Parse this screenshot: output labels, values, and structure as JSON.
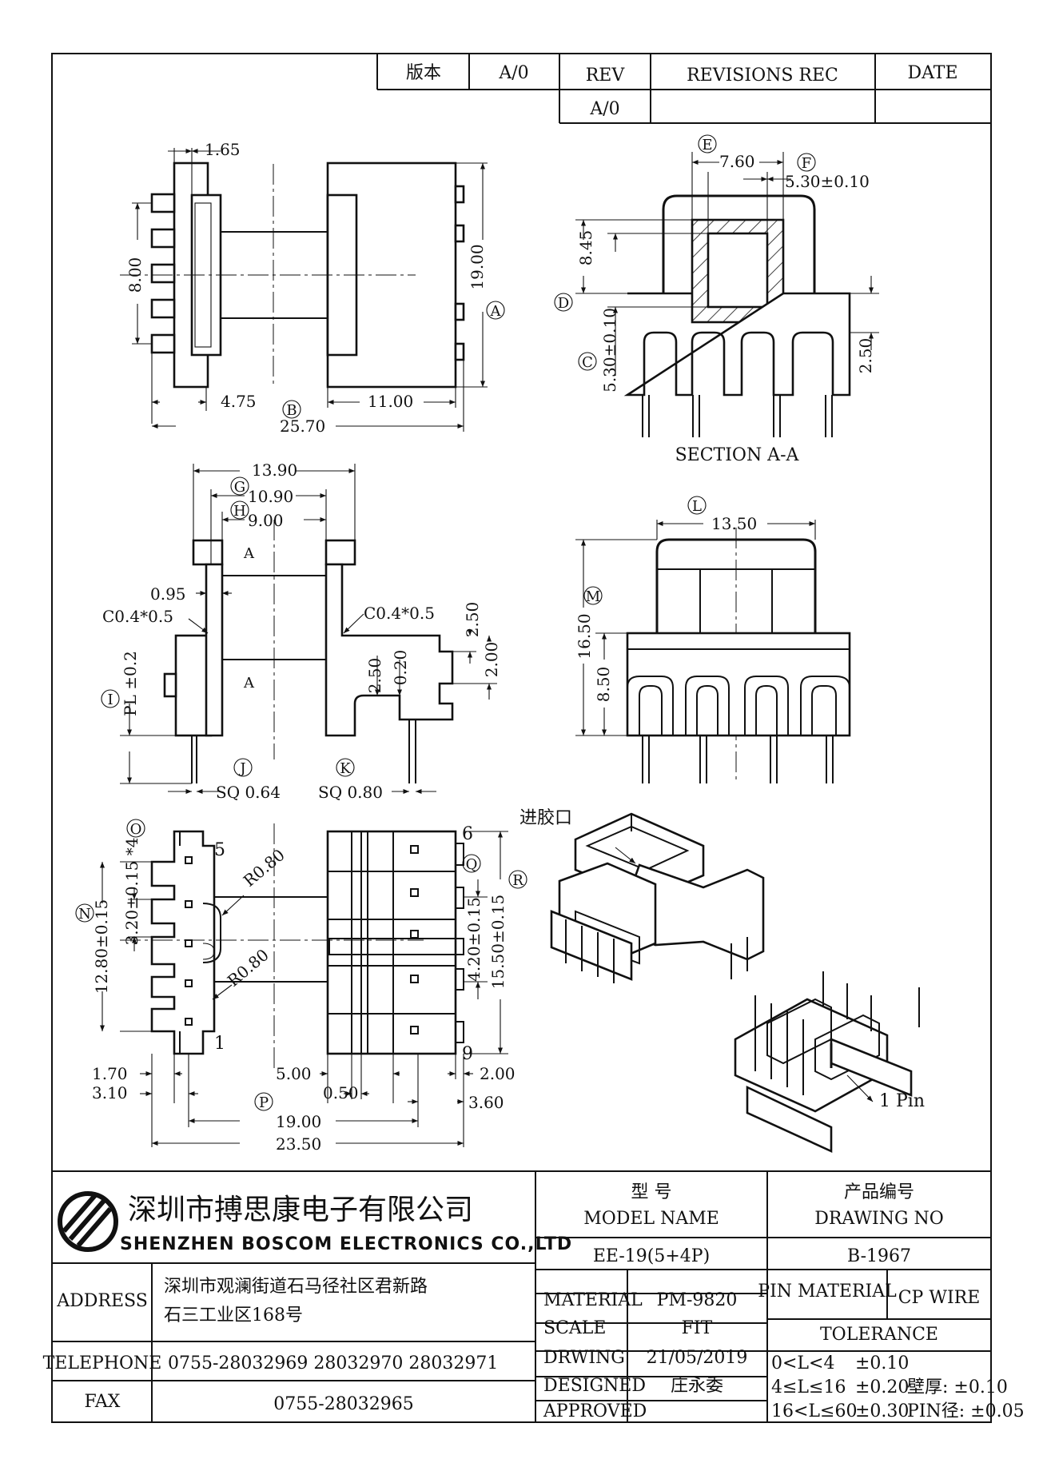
{
  "revision_table": {
    "version_label": "版本",
    "version_value": "A/0",
    "rev_label": "REV",
    "revisions_label": "REVISIONS REC",
    "date_label": "DATE",
    "rev_row_value": "A/0"
  },
  "top_left_view": {
    "dims": [
      "1.65",
      "8.00",
      "4.75",
      "25.70",
      "11.00",
      "19.00"
    ],
    "callouts": [
      "A",
      "B"
    ]
  },
  "section_view": {
    "dims": [
      "7.60",
      "5.30±0.10",
      "8.45",
      "5.30±0.10",
      "2.50"
    ],
    "callouts": [
      "E",
      "F",
      "D",
      "C"
    ],
    "caption": "SECTION A-A"
  },
  "middle_left_view": {
    "dims": [
      "13.90",
      "10.90",
      "9.00",
      "0.95",
      "C0.4*0.5",
      "C0.4*0.5",
      "2.50",
      "2.00",
      "2.50",
      "0.20",
      "PL ±0.2",
      "SQ 0.64",
      "SQ 0.80"
    ],
    "section_marks": [
      "A",
      "A"
    ],
    "callouts": [
      "G",
      "H",
      "I",
      "J",
      "K"
    ]
  },
  "middle_right_view": {
    "dims": [
      "13.50",
      "16.50",
      "8.50"
    ],
    "callouts": [
      "L",
      "M"
    ]
  },
  "bottom_left_view": {
    "pin_labels": [
      "5",
      "1",
      "6",
      "9"
    ],
    "dims": [
      "3.20±0.15 *4",
      "12.80±0.15",
      "R0.80",
      "R0.80",
      "4.20±0.15",
      "15.50±0.15",
      "1.70",
      "3.10",
      "5.00",
      "0.50",
      "2.00",
      "3.60",
      "19.00",
      "23.50"
    ],
    "callouts": [
      "O",
      "N",
      "Q",
      "R",
      "P"
    ]
  },
  "iso_views": {
    "gate_label": "进胶口",
    "pin_one_label": "1 Pin"
  },
  "title_block": {
    "company_cn": "深圳市搏思康电子有限公司",
    "company_en": "SHENZHEN BOSCOM ELECTRONICS CO.,LTD",
    "model_name_cn": "型  号",
    "model_name_en": "MODEL NAME",
    "drawing_no_cn": "产品编号",
    "drawing_no_en": "DRAWING NO",
    "model_value": "EE-19(5+4P)",
    "drawing_value": "B-1967",
    "address_label": "ADDRESS",
    "address_line1": "深圳市观澜街道石马径社区君新路",
    "address_line2": "石三工业区168号",
    "telephone_label": "TELEPHONE",
    "telephone_value": "0755-28032969 28032970 28032971",
    "fax_label": "FAX",
    "fax_value": "0755-28032965",
    "material_label": "MATERIAL",
    "material_value": "PM-9820",
    "pin_material_label": "PIN MATERIAL",
    "pin_material_value": "CP WIRE",
    "scale_label": "SCALE",
    "scale_value": "FIT",
    "drawing_label": "DRWING",
    "drawing_date": "21/05/2019",
    "designed_label": "DESIGNED",
    "designed_value": "庄永委",
    "approved_label": "APPROVED",
    "approved_value": "",
    "tolerance_label": "TOLERANCE",
    "tolerance_rows": [
      {
        "range": "0<L<4",
        "tol": "±0.10",
        "extra": ""
      },
      {
        "range": "4≤L≤16",
        "tol": "±0.20",
        "extra": "壁厚: ±0.10"
      },
      {
        "range": "16<L≤60",
        "tol": "±0.30",
        "extra": "PIN径: ±0.05"
      }
    ]
  }
}
